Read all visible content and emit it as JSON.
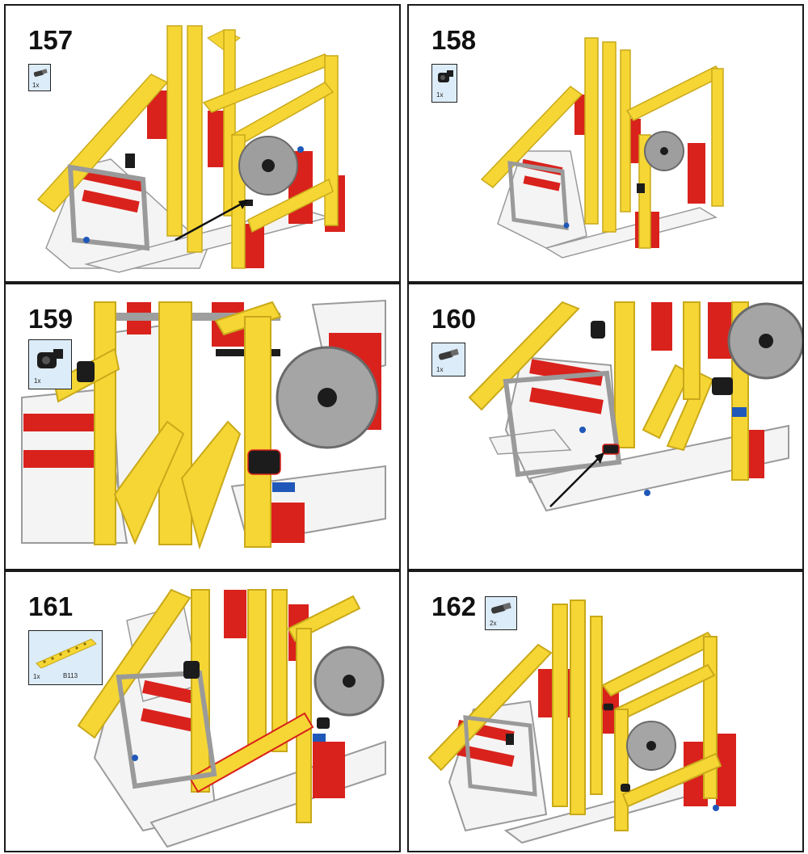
{
  "steps": [
    {
      "number": "157",
      "parts": [
        {
          "qty": "1x",
          "icon": "axle-pin-with-friction-icon",
          "color": "#3a3a3a"
        }
      ],
      "has_arrow": true
    },
    {
      "number": "158",
      "parts": [
        {
          "qty": "1x",
          "icon": "axle-connector-perpendicular-icon",
          "color": "#1c1c1c"
        }
      ],
      "has_arrow": false
    },
    {
      "number": "159",
      "parts": [
        {
          "qty": "1x",
          "icon": "axle-connector-perpendicular-icon",
          "color": "#1c1c1c"
        }
      ],
      "has_arrow": false
    },
    {
      "number": "160",
      "parts": [
        {
          "qty": "1x",
          "icon": "axle-pin-with-friction-icon",
          "color": "#3a3a3a"
        }
      ],
      "has_arrow": true
    },
    {
      "number": "161",
      "parts": [
        {
          "qty": "1x",
          "id": "B113",
          "icon": "yellow-beam-13-icon",
          "color": "#f5d634"
        }
      ],
      "has_arrow": false
    },
    {
      "number": "162",
      "parts": [
        {
          "qty": "2x",
          "icon": "axle-pin-with-friction-icon",
          "color": "#3a3a3a"
        }
      ],
      "has_arrow": false
    }
  ],
  "colors": {
    "yellow": "#f5d634",
    "yellow_dark": "#c9a91a",
    "red": "#d9221c",
    "red_dark": "#9e1410",
    "white": "#f4f4f4",
    "white_edge": "#9a9a9a",
    "gray": "#9e9e9e",
    "black": "#1c1c1c",
    "blue": "#1f58b8",
    "parts_bg": "#dcecf8"
  }
}
